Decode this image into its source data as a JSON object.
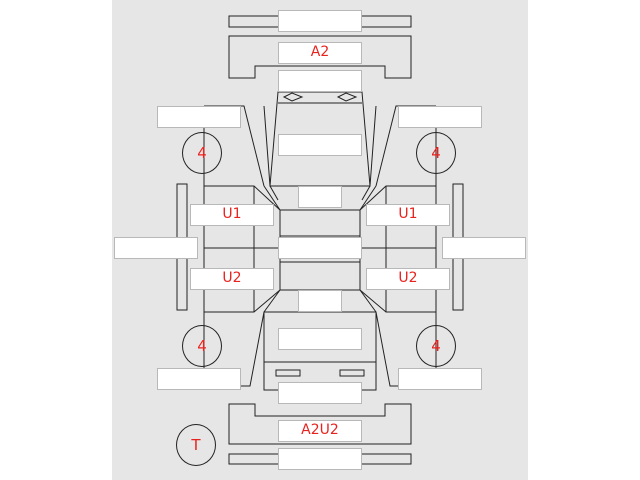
{
  "colors": {
    "panel": "#e6e6e6",
    "label": "#e8231f",
    "line": "#222222",
    "box": "#ffffff"
  },
  "labels": {
    "front_bumper": "A2",
    "rear_bumper": "A2U2",
    "left_front_door": "U1",
    "left_rear_door": "U2",
    "right_front_door": "U1",
    "right_rear_door": "U2"
  },
  "tires": {
    "front_left": "4",
    "front_right": "4",
    "rear_left": "4",
    "rear_right": "4",
    "spare": "T"
  }
}
